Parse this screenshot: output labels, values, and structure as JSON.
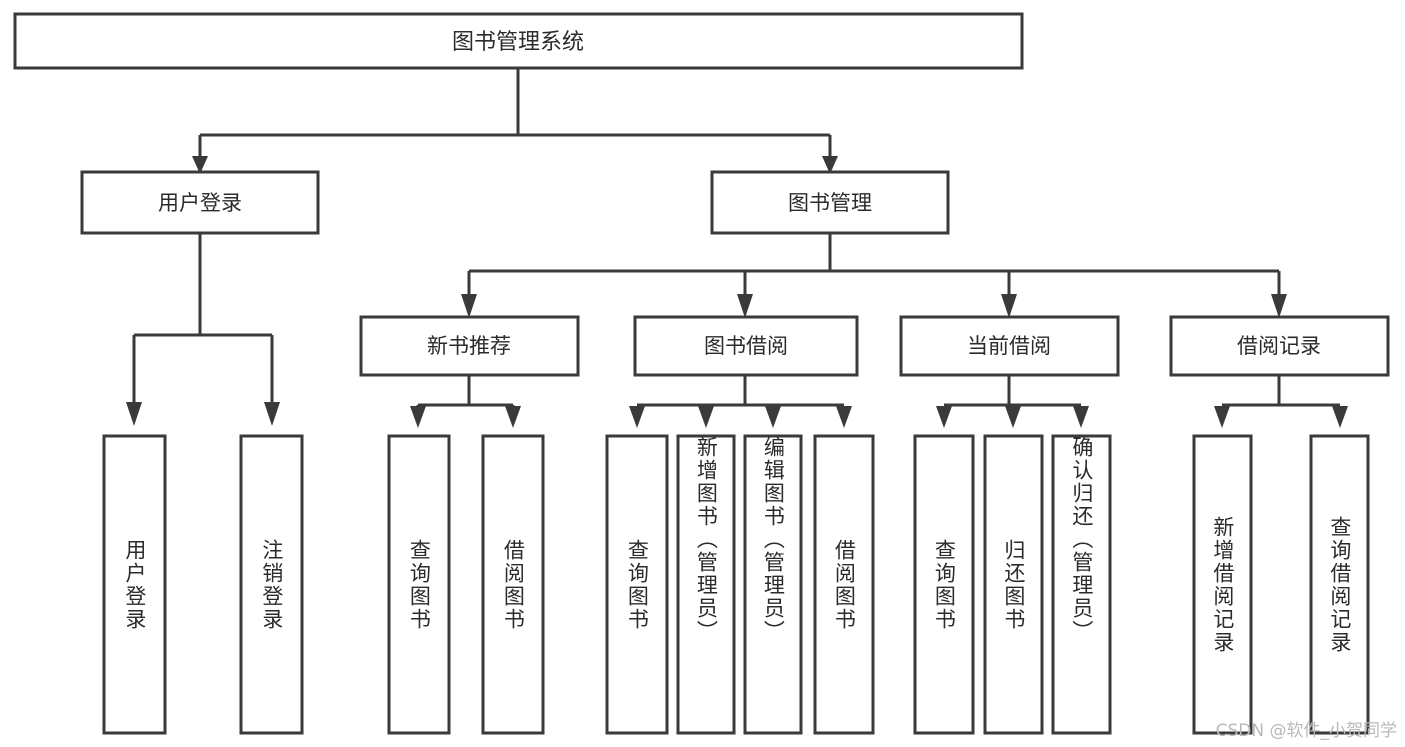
{
  "diagram": {
    "type": "tree",
    "title": "图书管理系统",
    "root": {
      "label": "图书管理系统"
    },
    "level2": [
      {
        "label": "用户登录"
      },
      {
        "label": "图书管理"
      }
    ],
    "level3": [
      {
        "label": "新书推荐"
      },
      {
        "label": "图书借阅"
      },
      {
        "label": "当前借阅"
      },
      {
        "label": "借阅记录"
      }
    ],
    "leaves": {
      "user_login": [
        {
          "label": "用户登录"
        },
        {
          "label": "注销登录"
        }
      ],
      "new_book_recommend": [
        {
          "label": "查询图书"
        },
        {
          "label": "借阅图书"
        }
      ],
      "book_borrow": [
        {
          "label": "查询图书"
        },
        {
          "label": "新增图书（管理员）"
        },
        {
          "label": "编辑图书（管理员）"
        },
        {
          "label": "借阅图书"
        }
      ],
      "current_borrow": [
        {
          "label": "查询图书"
        },
        {
          "label": "归还图书"
        },
        {
          "label": "确认归还（管理员）"
        }
      ],
      "borrow_record": [
        {
          "label": "新增借阅记录"
        },
        {
          "label": "查询借阅记录"
        }
      ]
    }
  },
  "watermark": {
    "text": "CSDN @软件_小贺同学"
  },
  "colors": {
    "stroke": "#3a3a3a",
    "fill": "#ffffff",
    "text": "#2b2b2b",
    "watermark": "#b9b9b9"
  }
}
